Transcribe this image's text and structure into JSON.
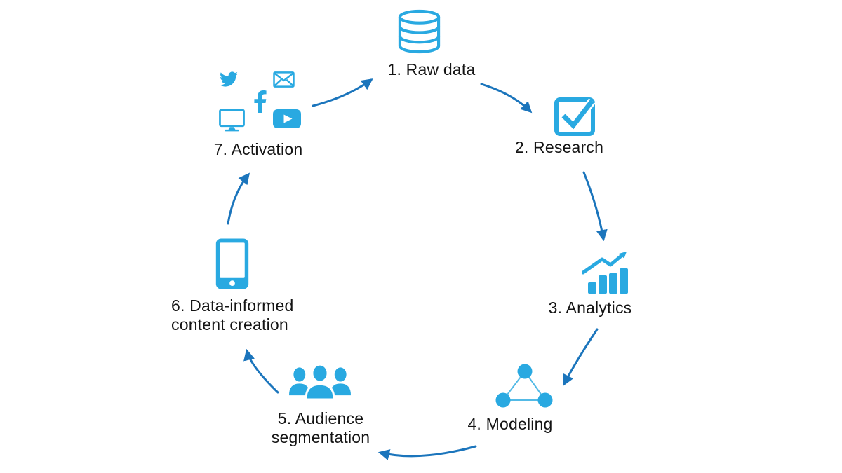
{
  "colors": {
    "icon_blue": "#29A9E1",
    "arrow_blue": "#1B75BC",
    "text_color": "#141414",
    "bg": "#FFFFFF"
  },
  "diagram": {
    "type": "circular-process-cycle",
    "direction": "clockwise",
    "steps": [
      {
        "id": 1,
        "label": "1. Raw data",
        "icon": "database-icon"
      },
      {
        "id": 2,
        "label": "2. Research",
        "icon": "checkbox-icon"
      },
      {
        "id": 3,
        "label": "3. Analytics",
        "icon": "bar-chart-trend-icon"
      },
      {
        "id": 4,
        "label": "4. Modeling",
        "icon": "network-triangle-icon"
      },
      {
        "id": 5,
        "label_line1": "5. Audience",
        "label_line2": "segmentation",
        "icon": "audience-group-icon"
      },
      {
        "id": 6,
        "label_line1": "6. Data-informed",
        "label_line2": "content creation",
        "icon": "tablet-icon"
      },
      {
        "id": 7,
        "label": "7. Activation",
        "icon": "social-channels-cluster",
        "channels": [
          "twitter-icon",
          "email-icon",
          "facebook-icon",
          "monitor-icon",
          "youtube-icon"
        ]
      }
    ],
    "arrows": [
      {
        "from": 7,
        "to": 1
      },
      {
        "from": 1,
        "to": 2
      },
      {
        "from": 2,
        "to": 3
      },
      {
        "from": 3,
        "to": 4
      },
      {
        "from": 4,
        "to": 5
      },
      {
        "from": 5,
        "to": 6
      },
      {
        "from": 6,
        "to": 7
      }
    ]
  }
}
